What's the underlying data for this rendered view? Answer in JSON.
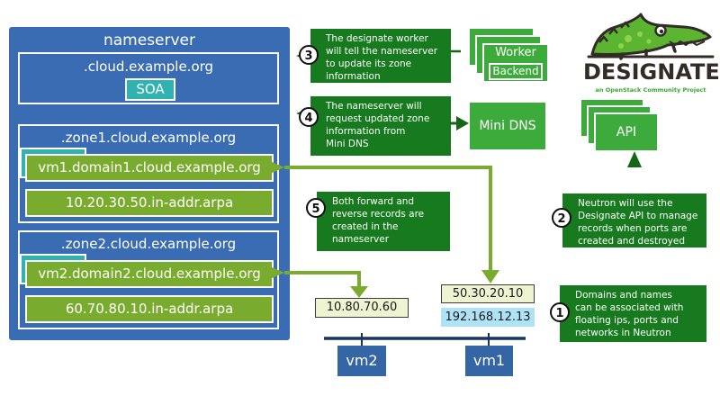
{
  "nameserver": {
    "title": "nameserver",
    "root": {
      "zone": ".cloud.example.org",
      "record": "SOA"
    },
    "zone1": {
      "label": ".zone1.cloud.example.org",
      "forward": "vm1.domain1.cloud.example.org",
      "reverse": "10.20.30.50.in-addr.arpa"
    },
    "zone2": {
      "label": ".zone2.cloud.example.org",
      "forward": "vm2.domain2.cloud.example.org",
      "reverse": "60.70.80.10.in-addr.arpa"
    }
  },
  "notes": {
    "n1": {
      "num": "1",
      "text": "Domains and names\ncan be associated with\nfloating ips, ports and\nnetworks in Neutron"
    },
    "n2": {
      "num": "2",
      "text": "Neutron will use the\nDesignate API to manage\nrecords when ports are\ncreated and destroyed"
    },
    "n3": {
      "num": "3",
      "text": "The designate worker\nwill tell the nameserver\nto update its zone\ninformation"
    },
    "n4": {
      "num": "4",
      "text": "The nameserver will\nrequest updated zone\ninformation from\nMini DNS"
    },
    "n5": {
      "num": "5",
      "text": "Both forward and\nreverse records are\ncreated in the\nnameserver"
    }
  },
  "services": {
    "worker": "Worker",
    "backend": "Backend",
    "minidns": "Mini DNS",
    "api": "API"
  },
  "logo": {
    "name": "DESIGNATE",
    "tagline": "an OpenStack Community Project"
  },
  "network": {
    "ip_vm2": "10.80.70.60",
    "ip_vm1_float": "50.30.20.10",
    "ip_vm1_fixed": "192.168.12.13",
    "vm2": "vm2",
    "vm1": "vm1"
  },
  "colors": {
    "panel_blue": "#3a6cb4",
    "vm_blue": "#3465a4",
    "note_green": "#187a1f",
    "service_green": "#3cab3c",
    "record_green": "#79ac2e",
    "teal": "#2fb2b0",
    "pale_green_ip": "#eef4d2",
    "light_blue_ip": "#aee3f7",
    "connector_green": "#7aab2f",
    "bus_navy": "#17365d",
    "logo_dark": "#332b26",
    "logo_green": "#3aa435"
  }
}
